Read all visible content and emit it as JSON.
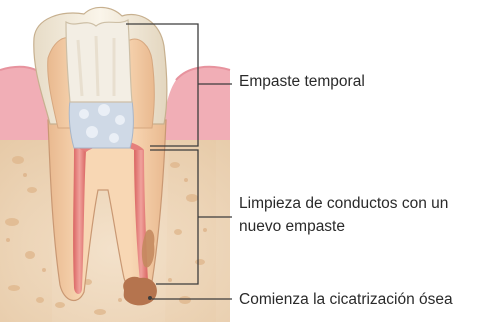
{
  "labels": {
    "temporary_filling": "Empaste temporal",
    "canal_cleaning_line1": "Limpieza de conductos con un",
    "canal_cleaning_line2": "nuevo empaste",
    "bone_healing": "Comienza la cicatrización ósea"
  },
  "colors": {
    "bone": "#efd9bf",
    "gum": "#f1aeb6",
    "dentin": "#f6cba4",
    "enamel": "#f4ebdb",
    "temp_filling": "#f3eee4",
    "cotton_pellet": "#cfd9e6",
    "canal": "#e57f7c",
    "leader_line": "#3c3c3c",
    "lesion": "#b5744e"
  }
}
